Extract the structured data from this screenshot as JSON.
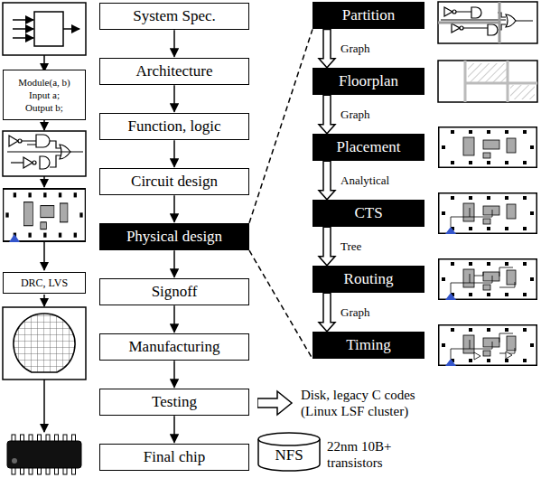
{
  "diagram": {
    "nodes": [
      {
        "text": [
          "Module(a, b) Input a; Output b;"
        ]
      },
      {
        "text": [
          "DRC, LVS"
        ]
      },
      {
        "text": [
          "System Spec."
        ]
      },
      {
        "text": [
          "Architecture"
        ]
      },
      {
        "text": [
          "Function, logic"
        ]
      },
      {
        "text": [
          "Circuit design"
        ]
      },
      {
        "text": [
          "Physical design"
        ]
      },
      {
        "text": [
          "Signoff"
        ]
      },
      {
        "text": [
          "Manufacturing"
        ]
      },
      {
        "text": [
          "Testing"
        ]
      },
      {
        "text": [
          "Final chip"
        ]
      },
      {
        "text": [
          "Partition"
        ]
      },
      {
        "text": [
          "Floorplan"
        ]
      },
      {
        "text": [
          "Placement"
        ]
      },
      {
        "text": [
          "CTS"
        ]
      },
      {
        "text": [
          "Routing"
        ]
      },
      {
        "text": [
          "Timing"
        ]
      },
      {
        "text": [
          "NFS"
        ]
      }
    ],
    "edges": [
      {
        "from": 2,
        "to": 3,
        "arrow": "to"
      },
      {
        "from": 3,
        "to": 4,
        "arrow": "to"
      },
      {
        "from": 4,
        "to": 5,
        "arrow": "to"
      },
      {
        "from": 5,
        "to": 6,
        "arrow": "to"
      },
      {
        "from": 6,
        "to": 7,
        "arrow": "to"
      },
      {
        "from": 7,
        "to": 8,
        "arrow": "to"
      },
      {
        "from": 8,
        "to": 9,
        "arrow": "to"
      },
      {
        "from": 9,
        "to": 10,
        "arrow": "to"
      },
      {
        "from": 6,
        "to": 11,
        "arrow": "none"
      },
      {
        "from": 6,
        "to": 16,
        "arrow": "none"
      },
      {
        "from": 11,
        "to": 12,
        "label": "Graph",
        "arrow": "to"
      },
      {
        "from": 12,
        "to": 13,
        "label": "Graph",
        "arrow": "to"
      },
      {
        "from": 13,
        "to": 14,
        "label": "Analytical",
        "arrow": "to"
      },
      {
        "from": 14,
        "to": 15,
        "label": "Tree",
        "arrow": "to"
      },
      {
        "from": 15,
        "to": 16,
        "label": "Graph",
        "arrow": "to"
      }
    ],
    "labels": [
      "22nm 10B+ transistors"
    ],
    "legend": [
      {
        "text": "Disk, legacy C codes (Linux LSF cluster)"
      }
    ]
  }
}
